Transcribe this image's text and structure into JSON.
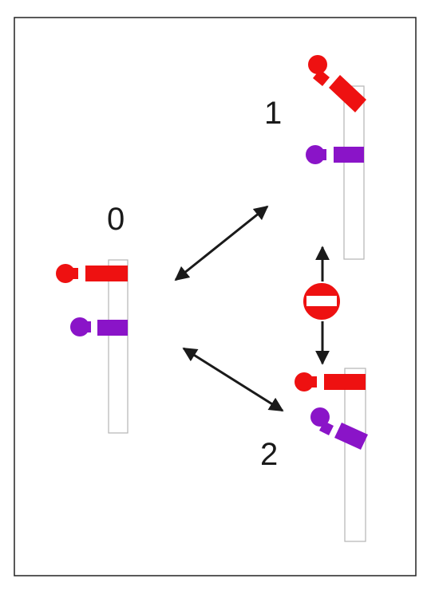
{
  "states": [
    {
      "id": "state-0",
      "label": "0"
    },
    {
      "id": "state-1",
      "label": "1"
    },
    {
      "id": "state-2",
      "label": "2"
    }
  ],
  "colors": {
    "upper_arm": "#ee1111",
    "lower_arm": "#8a14c8",
    "no_entry_sign": "#ee1111",
    "arrow": "#1a1a1a",
    "frame": "#222222",
    "post": "#b5b5b5"
  },
  "icons": {
    "no_entry": "no-entry-icon"
  }
}
